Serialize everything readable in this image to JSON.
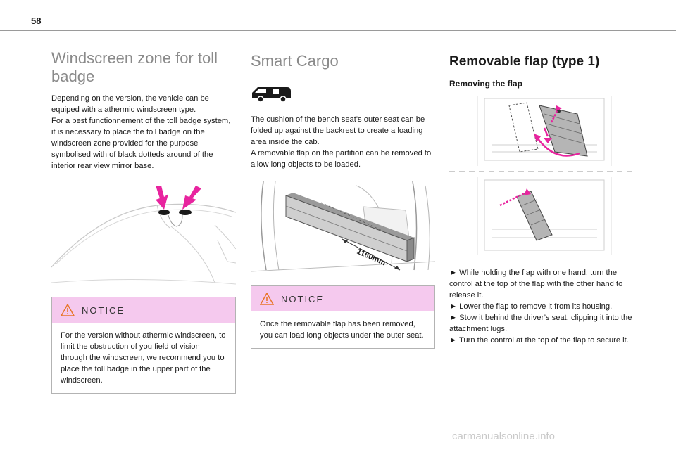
{
  "page": {
    "number": "58",
    "watermark": "carmanualsonline.info"
  },
  "col1": {
    "title": "Windscreen zone for toll badge",
    "paragraphs": [
      "Depending on the version, the vehicle can be equiped with a athermic windscreen type.",
      "For a best functionnement of the toll badge system, it is necessary to place the toll badge on the windscreen zone provided for the purpose symbolised with of black dotteds around of the interior rear view mirror base."
    ],
    "notice": {
      "title": "NOTICE",
      "text": "For the version without athermic windscreen, to limit the obstruction of you field of vision through the windscreen, we recommend you to place the toll badge in the upper part of the windscreen."
    }
  },
  "col2": {
    "title": "Smart Cargo",
    "paragraphs": [
      "The cushion of the bench seat's outer seat can be folded up against the backrest to create a loading area inside the cab.",
      "A removable flap on the partition can be removed to allow long objects to be loaded."
    ],
    "dimension_label": "1160mm",
    "notice": {
      "title": "NOTICE",
      "text": "Once the removable flap has been removed, you can load long objects under the outer seat."
    }
  },
  "col3": {
    "title": "Removable flap (type 1)",
    "subtitle": "Removing the flap",
    "steps": [
      "► While holding the flap with one hand, turn the control at the top of the flap with the other hand to release it.",
      "► Lower the flap to remove it from its housing.",
      "► Stow it behind the driver’s seat, clipping it into the attachment lugs.",
      "► Turn the control at the top of the flap to secure it."
    ]
  },
  "colors": {
    "accent_pink": "#e8249f",
    "notice_bg": "#f5c9ee",
    "title_grey": "#8a8a8a",
    "warning_orange": "#e8762a"
  }
}
